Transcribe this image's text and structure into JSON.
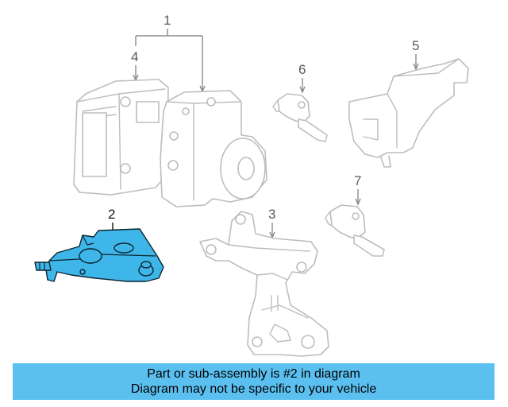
{
  "diagram": {
    "callouts": [
      "1",
      "2",
      "3",
      "4",
      "5",
      "6",
      "7"
    ],
    "highlighted_callout": "2",
    "highlight_color": "#3fb6ea",
    "line_color": "#bdbdbd"
  },
  "banner": {
    "line1": "Part or sub-assembly is #2 in diagram",
    "line2": "Diagram may not be specific to your vehicle",
    "background_color": "#5bc0f0"
  }
}
